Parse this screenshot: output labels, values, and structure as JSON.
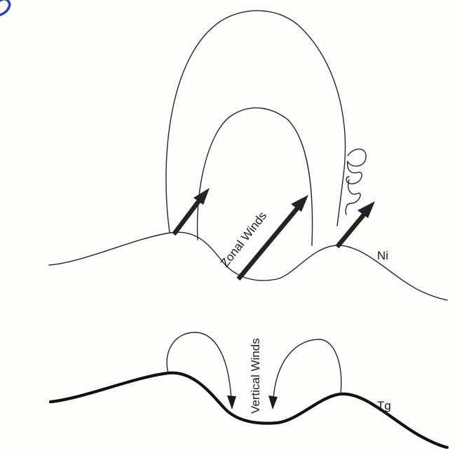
{
  "labels": {
    "zonal_winds": "Zonal Winds",
    "vertical_winds": "Vertical Winds",
    "ni_curve": "Ni",
    "tg_curve": "Tg"
  },
  "colors": {
    "line": "#262626",
    "arrow": "#222228",
    "corner_mark": "#2a3fd0"
  }
}
